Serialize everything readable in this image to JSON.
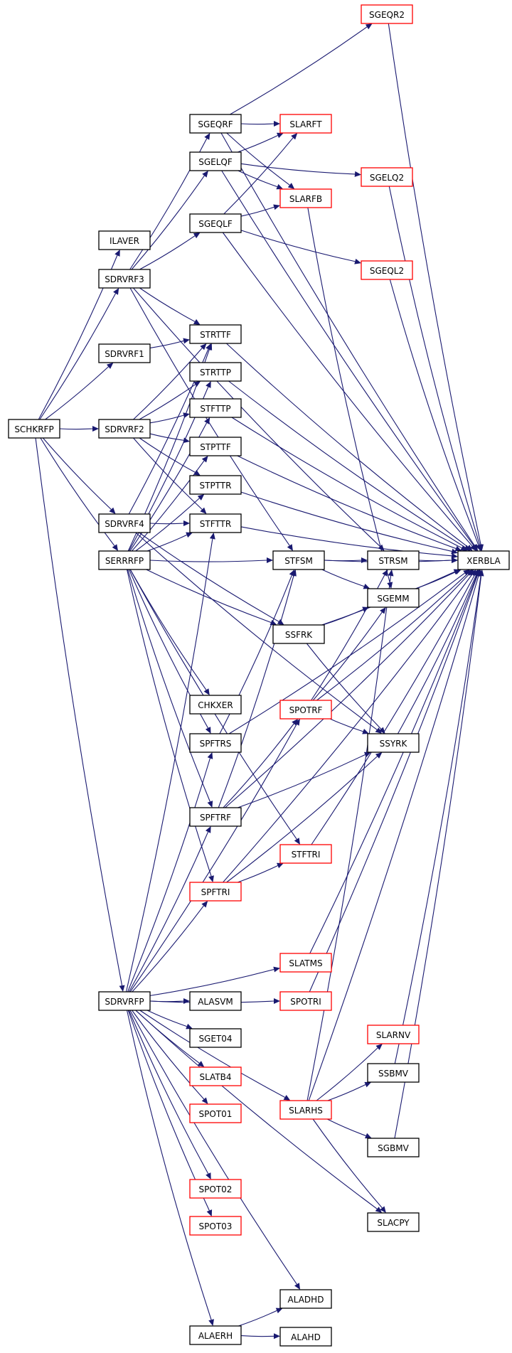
{
  "colors": {
    "edge": "#191970",
    "root_fill": "#bfbfbf",
    "internal_border": "#000000",
    "external_border": "#ff0000"
  },
  "nodes": [
    {
      "id": "SCHKRFP",
      "label": "SCHKRFP",
      "kind": "root"
    },
    {
      "id": "ILAVER",
      "label": "ILAVER",
      "kind": "internal"
    },
    {
      "id": "SDRVRF3",
      "label": "SDRVRF3",
      "kind": "internal"
    },
    {
      "id": "SDRVRF1",
      "label": "SDRVRF1",
      "kind": "internal"
    },
    {
      "id": "SDRVRF2",
      "label": "SDRVRF2",
      "kind": "internal"
    },
    {
      "id": "SDRVRF4",
      "label": "SDRVRF4",
      "kind": "internal"
    },
    {
      "id": "SERRRFP",
      "label": "SERRRFP",
      "kind": "internal"
    },
    {
      "id": "SDRVRFP",
      "label": "SDRVRFP",
      "kind": "internal"
    },
    {
      "id": "SGEQRF",
      "label": "SGEQRF",
      "kind": "internal"
    },
    {
      "id": "SGELQF",
      "label": "SGELQF",
      "kind": "internal"
    },
    {
      "id": "SGEQLF",
      "label": "SGEQLF",
      "kind": "internal"
    },
    {
      "id": "STRTTF",
      "label": "STRTTF",
      "kind": "internal"
    },
    {
      "id": "STRTTP",
      "label": "STRTTP",
      "kind": "internal"
    },
    {
      "id": "STFTTP",
      "label": "STFTTP",
      "kind": "internal"
    },
    {
      "id": "STPTTF",
      "label": "STPTTF",
      "kind": "internal"
    },
    {
      "id": "STPTTR",
      "label": "STPTTR",
      "kind": "internal"
    },
    {
      "id": "STFTTR",
      "label": "STFTTR",
      "kind": "internal"
    },
    {
      "id": "CHKXER",
      "label": "CHKXER",
      "kind": "internal"
    },
    {
      "id": "SPFTRS",
      "label": "SPFTRS",
      "kind": "internal"
    },
    {
      "id": "SPFTRF",
      "label": "SPFTRF",
      "kind": "internal"
    },
    {
      "id": "SPFTRI",
      "label": "SPFTRI",
      "kind": "external"
    },
    {
      "id": "ALASVM",
      "label": "ALASVM",
      "kind": "internal"
    },
    {
      "id": "SGET04",
      "label": "SGET04",
      "kind": "internal"
    },
    {
      "id": "SLATB4",
      "label": "SLATB4",
      "kind": "external"
    },
    {
      "id": "SPOT01",
      "label": "SPOT01",
      "kind": "external"
    },
    {
      "id": "SPOT02",
      "label": "SPOT02",
      "kind": "external"
    },
    {
      "id": "SPOT03",
      "label": "SPOT03",
      "kind": "external"
    },
    {
      "id": "ALAERH",
      "label": "ALAERH",
      "kind": "internal"
    },
    {
      "id": "SGEQR2",
      "label": "SGEQR2",
      "kind": "external"
    },
    {
      "id": "SLARFT",
      "label": "SLARFT",
      "kind": "external"
    },
    {
      "id": "SLARFB",
      "label": "SLARFB",
      "kind": "external"
    },
    {
      "id": "SGELQ2",
      "label": "SGELQ2",
      "kind": "external"
    },
    {
      "id": "SGEQL2",
      "label": "SGEQL2",
      "kind": "external"
    },
    {
      "id": "STFSM",
      "label": "STFSM",
      "kind": "internal"
    },
    {
      "id": "SSFRK",
      "label": "SSFRK",
      "kind": "internal"
    },
    {
      "id": "SPOTRF",
      "label": "SPOTRF",
      "kind": "external"
    },
    {
      "id": "STFTRI",
      "label": "STFTRI",
      "kind": "external"
    },
    {
      "id": "SLATMS",
      "label": "SLATMS",
      "kind": "external"
    },
    {
      "id": "SPOTRI",
      "label": "SPOTRI",
      "kind": "external"
    },
    {
      "id": "SLARHS",
      "label": "SLARHS",
      "kind": "external"
    },
    {
      "id": "ALADHD",
      "label": "ALADHD",
      "kind": "internal"
    },
    {
      "id": "ALAHD",
      "label": "ALAHD",
      "kind": "internal"
    },
    {
      "id": "STRSM",
      "label": "STRSM",
      "kind": "internal"
    },
    {
      "id": "SGEMM",
      "label": "SGEMM",
      "kind": "internal"
    },
    {
      "id": "SSYRK",
      "label": "SSYRK",
      "kind": "internal"
    },
    {
      "id": "SLARNV",
      "label": "SLARNV",
      "kind": "external"
    },
    {
      "id": "SSBMV",
      "label": "SSBMV",
      "kind": "internal"
    },
    {
      "id": "SGBMV",
      "label": "SGBMV",
      "kind": "internal"
    },
    {
      "id": "SLACPY",
      "label": "SLACPY",
      "kind": "internal"
    },
    {
      "id": "XERBLA",
      "label": "XERBLA",
      "kind": "internal"
    }
  ],
  "edges": [
    [
      "SCHKRFP",
      "ILAVER"
    ],
    [
      "SCHKRFP",
      "SDRVRF3"
    ],
    [
      "SCHKRFP",
      "SDRVRF1"
    ],
    [
      "SCHKRFP",
      "SDRVRF2"
    ],
    [
      "SCHKRFP",
      "SDRVRF4"
    ],
    [
      "SCHKRFP",
      "SERRRFP"
    ],
    [
      "SCHKRFP",
      "SDRVRFP"
    ],
    [
      "SDRVRF3",
      "SGEQRF"
    ],
    [
      "SDRVRF3",
      "SGELQF"
    ],
    [
      "SDRVRF3",
      "SGEQLF"
    ],
    [
      "SDRVRF3",
      "STRTTF"
    ],
    [
      "SDRVRF3",
      "STFSM"
    ],
    [
      "SDRVRF3",
      "STRSM"
    ],
    [
      "SDRVRF1",
      "STRTTF"
    ],
    [
      "SDRVRF2",
      "STRTTF"
    ],
    [
      "SDRVRF2",
      "STRTTP"
    ],
    [
      "SDRVRF2",
      "STFTTP"
    ],
    [
      "SDRVRF2",
      "STPTTF"
    ],
    [
      "SDRVRF2",
      "STPTTR"
    ],
    [
      "SDRVRF2",
      "STFTTR"
    ],
    [
      "SDRVRF4",
      "STRTTF"
    ],
    [
      "SDRVRF4",
      "STFTTR"
    ],
    [
      "SDRVRF4",
      "SSFRK"
    ],
    [
      "SDRVRF4",
      "SSYRK"
    ],
    [
      "SERRRFP",
      "STRTTF"
    ],
    [
      "SERRRFP",
      "STRTTP"
    ],
    [
      "SERRRFP",
      "STFTTP"
    ],
    [
      "SERRRFP",
      "STPTTF"
    ],
    [
      "SERRRFP",
      "STPTTR"
    ],
    [
      "SERRRFP",
      "STFTTR"
    ],
    [
      "SERRRFP",
      "STFSM"
    ],
    [
      "SERRRFP",
      "SSFRK"
    ],
    [
      "SERRRFP",
      "CHKXER"
    ],
    [
      "SERRRFP",
      "SPFTRS"
    ],
    [
      "SERRRFP",
      "SPFTRF"
    ],
    [
      "SERRRFP",
      "SPFTRI"
    ],
    [
      "SERRRFP",
      "STFTRI"
    ],
    [
      "SDRVRFP",
      "STFTTR"
    ],
    [
      "SDRVRFP",
      "SPFTRS"
    ],
    [
      "SDRVRFP",
      "SPFTRF"
    ],
    [
      "SDRVRFP",
      "SPFTRI"
    ],
    [
      "SDRVRFP",
      "SPOTRF"
    ],
    [
      "SDRVRFP",
      "SLATMS"
    ],
    [
      "SDRVRFP",
      "SPOTRI"
    ],
    [
      "SDRVRFP",
      "ALASVM"
    ],
    [
      "SDRVRFP",
      "SGET04"
    ],
    [
      "SDRVRFP",
      "SLATB4"
    ],
    [
      "SDRVRFP",
      "SPOT01"
    ],
    [
      "SDRVRFP",
      "SLARHS"
    ],
    [
      "SDRVRFP",
      "SPOT02"
    ],
    [
      "SDRVRFP",
      "SPOT03"
    ],
    [
      "SDRVRFP",
      "SLACPY"
    ],
    [
      "SDRVRFP",
      "ALADHD"
    ],
    [
      "SDRVRFP",
      "ALAERH"
    ],
    [
      "SGEQRF",
      "SGEQR2"
    ],
    [
      "SGEQRF",
      "SLARFT"
    ],
    [
      "SGEQRF",
      "SLARFB"
    ],
    [
      "SGEQRF",
      "XERBLA"
    ],
    [
      "SGELQF",
      "SLARFT"
    ],
    [
      "SGELQF",
      "SLARFB"
    ],
    [
      "SGELQF",
      "SGELQ2"
    ],
    [
      "SGELQF",
      "XERBLA"
    ],
    [
      "SGEQLF",
      "SLARFT"
    ],
    [
      "SGEQLF",
      "SLARFB"
    ],
    [
      "SGEQLF",
      "SGEQL2"
    ],
    [
      "SGEQLF",
      "XERBLA"
    ],
    [
      "SGEQR2",
      "XERBLA"
    ],
    [
      "SGELQ2",
      "XERBLA"
    ],
    [
      "SGEQL2",
      "XERBLA"
    ],
    [
      "SLARFB",
      "SGEMM"
    ],
    [
      "STRTTF",
      "XERBLA"
    ],
    [
      "STRTTP",
      "XERBLA"
    ],
    [
      "STFTTP",
      "XERBLA"
    ],
    [
      "STPTTF",
      "XERBLA"
    ],
    [
      "STPTTR",
      "XERBLA"
    ],
    [
      "STFTTR",
      "XERBLA"
    ],
    [
      "STFSM",
      "STRSM"
    ],
    [
      "STFSM",
      "SGEMM"
    ],
    [
      "STFSM",
      "XERBLA"
    ],
    [
      "STRSM",
      "XERBLA"
    ],
    [
      "SGEMM",
      "XERBLA"
    ],
    [
      "SSFRK",
      "SGEMM"
    ],
    [
      "SSFRK",
      "SSYRK"
    ],
    [
      "SSFRK",
      "XERBLA"
    ],
    [
      "SPOTRF",
      "STRSM"
    ],
    [
      "SPOTRF",
      "SGEMM"
    ],
    [
      "SPOTRF",
      "SSYRK"
    ],
    [
      "SPOTRF",
      "XERBLA"
    ],
    [
      "SSYRK",
      "XERBLA"
    ],
    [
      "SPFTRS",
      "STFSM"
    ],
    [
      "SPFTRS",
      "XERBLA"
    ],
    [
      "SPFTRF",
      "STFSM"
    ],
    [
      "SPFTRF",
      "SPOTRF"
    ],
    [
      "SPFTRF",
      "SSYRK"
    ],
    [
      "SPFTRF",
      "XERBLA"
    ],
    [
      "SPFTRI",
      "STFTRI"
    ],
    [
      "SPFTRI",
      "SSYRK"
    ],
    [
      "SPFTRI",
      "XERBLA"
    ],
    [
      "STFTRI",
      "XERBLA"
    ],
    [
      "SLATMS",
      "XERBLA"
    ],
    [
      "SPOTRI",
      "XERBLA"
    ],
    [
      "SLARHS",
      "SLARNV"
    ],
    [
      "SLARHS",
      "SSBMV"
    ],
    [
      "SLARHS",
      "SGBMV"
    ],
    [
      "SLARHS",
      "SLACPY"
    ],
    [
      "SLARHS",
      "STRSM"
    ],
    [
      "SLARHS",
      "XERBLA"
    ],
    [
      "SSBMV",
      "XERBLA"
    ],
    [
      "SGBMV",
      "XERBLA"
    ],
    [
      "ALAERH",
      "ALADHD"
    ],
    [
      "ALAERH",
      "ALAHD"
    ]
  ]
}
